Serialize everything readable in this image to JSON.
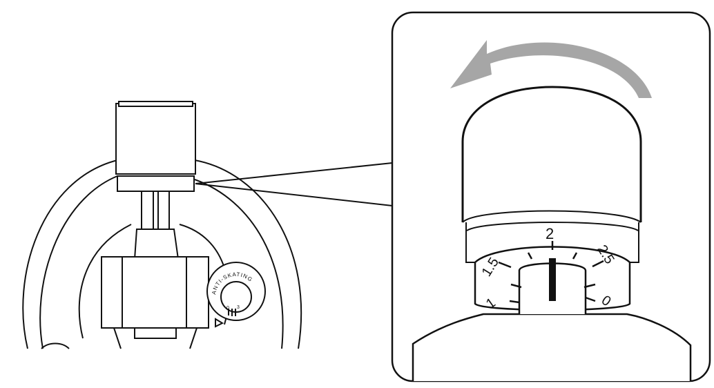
{
  "figure": {
    "left_view": {
      "anti_skating_label": "ANTI-SKATING",
      "dial_labels": [
        "0",
        "3"
      ]
    },
    "zoom_view": {
      "scale_labels": [
        "1",
        "1.5",
        "2",
        "2.5",
        "0"
      ],
      "rotation_arrow": "counterclockwise-arrow-icon"
    },
    "colors": {
      "line": "#111111",
      "arrow": "#a6a6a6"
    }
  }
}
